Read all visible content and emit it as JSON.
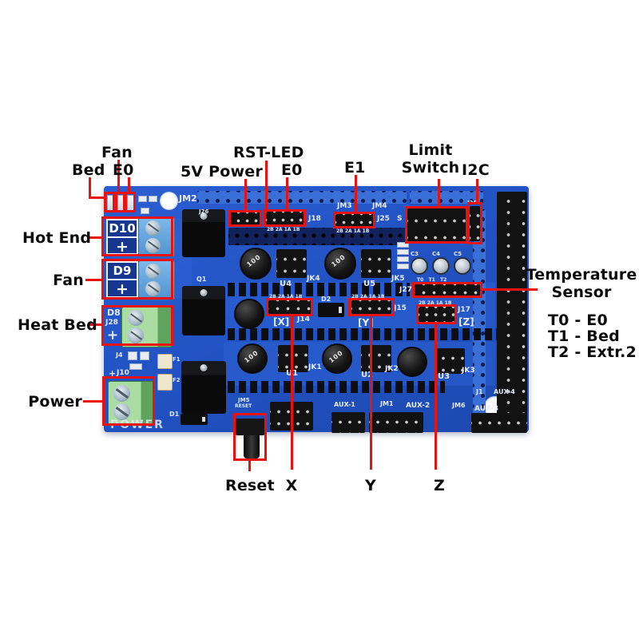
{
  "meta": {
    "description": "Annotated photo-diagram of a blue 3D-printer controller shield board (RAMPS-style) with red callout boxes and black labels",
    "colors": {
      "background": "#ffffff",
      "board_blue": "#2253c4",
      "annotation_red": "#e8120e",
      "label_text": "#0c0c0c",
      "terminal_blue": "#63a8e0",
      "terminal_green": "#a9dda2",
      "silkscreen": "#e4eaf9"
    }
  },
  "callouts": {
    "fan_top": "Fan",
    "bed": "Bed",
    "e0_left": "E0",
    "five_v_power": "5V Power",
    "rst_led": "RST-LED",
    "e0_right": "E0",
    "e1": "E1",
    "limit_line1": "Limit",
    "limit_line2": "Switch",
    "i2c": "I2C",
    "hot_end": "Hot End",
    "fan_left": "Fan",
    "heat_bed": "Heat Bed",
    "power": "Power",
    "reset": "Reset",
    "x": "X",
    "y": "Y",
    "z": "Z",
    "temp_line1": "Temperature",
    "temp_line2": "Sensor",
    "t0": "T0 - E0",
    "t1": "T1 - Bed",
    "t2": "T2 - Extr.2"
  },
  "silk": {
    "jm2": "JM2",
    "j26": "J26",
    "jm3": "JM3",
    "jm4": "JM4",
    "j25": "J25",
    "s": "S",
    "j18": "J18",
    "i2c": "I2C",
    "pins": "2B 2A 1A 1B",
    "t_row": "T0   T1   T2",
    "j27": "J27",
    "j17": "J17",
    "j15": "J15",
    "j14": "J14",
    "x_axis": "[X]",
    "y_axis": "[Y]",
    "z_axis": "[Z]",
    "u4": "U4",
    "jk4": "JK4",
    "u5": "U5",
    "jk5": "JK5",
    "u1": "U1",
    "jk1": "JK1",
    "u2": "U2",
    "jk2": "JK2",
    "u3": "U3",
    "jk3": "JK3",
    "aux1": "AUX-1",
    "aux2": "AUX-2",
    "aux3": "AUX-3",
    "aux4": "AUX-4",
    "jm1": "JM1",
    "jm5": "JM5",
    "jm6": "JM6",
    "j1": "J1",
    "reset": "RESET",
    "power": "POWER",
    "d10": "D10",
    "d9": "D9",
    "d8": "D8",
    "j28": "J28",
    "plus": "+",
    "c3": "C3",
    "c4": "C4",
    "c5": "C5",
    "q1": "Q1",
    "d1": "D1",
    "d2": "D2",
    "f1": "F1",
    "f2": "F2",
    "j4": "J4",
    "j10": "J10",
    "cap_mark": "100"
  }
}
